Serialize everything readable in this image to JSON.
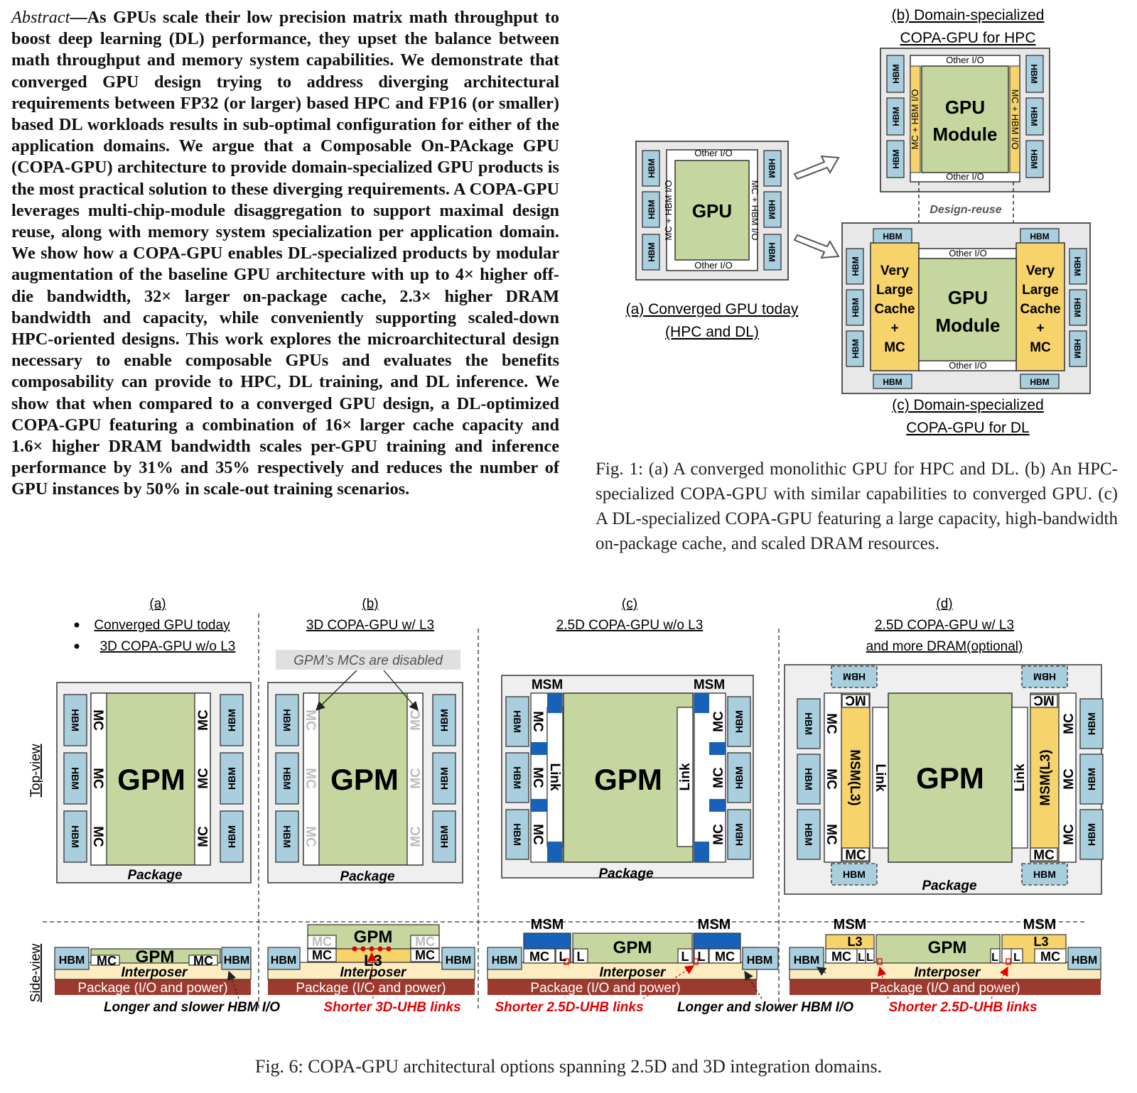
{
  "abstract": {
    "lead": "Abstract",
    "body": "—As GPUs scale their low precision matrix math throughput to boost deep learning (DL) performance, they upset the balance between math throughput and memory system capabilities. We demonstrate that converged GPU design trying to address diverging architectural requirements between FP32 (or larger) based HPC and FP16 (or smaller) based DL workloads results in sub-optimal configuration for either of the application domains. We argue that a Composable On-PAckage GPU (COPA-GPU) architecture to provide domain-specialized GPU products is the most practical solution to these diverging requirements. A COPA-GPU leverages multi-chip-module disaggregation to support maximal design reuse, along with memory system specialization per application domain. We show how a COPA-GPU enables DL-specialized products by modular augmentation of the baseline GPU architecture with up to 4× higher off-die bandwidth, 32× larger on-package cache, 2.3× higher DRAM bandwidth and capacity, while conveniently supporting scaled-down HPC-oriented designs. This work explores the microarchitectural design necessary to enable composable GPUs and evaluates the benefits composability can provide to HPC, DL training, and DL inference. We show that when compared to a converged GPU design, a DL-optimized COPA-GPU featuring a combination of 16× larger cache capacity and 1.6× higher DRAM bandwidth scales per-GPU training and inference performance by 31% and 35% respectively and reduces the number of GPU instances by 50% in scale-out training scenarios."
  },
  "fig1": {
    "caption": "Fig. 1: (a) A converged monolithic GPU for HPC and DL. (b) An HPC-specialized COPA-GPU with similar capabilities to converged GPU. (c) A DL-specialized COPA-GPU featuring a large capacity, high-bandwidth on-package cache, and scaled DRAM resources.",
    "a_title_1": "(a) Converged GPU today",
    "a_title_2": "(HPC and DL)",
    "b_title_1": "(b) Domain-specialized",
    "b_title_2": "COPA-GPU for HPC",
    "c_title_1": "(c) Domain-specialized",
    "c_title_2": "COPA-GPU for DL",
    "hbm": "HBM",
    "other_io": "Other I/O",
    "mc_hbm_io": "MC + HBM I/O",
    "gpu": "GPU",
    "gpu_module_1": "GPU",
    "gpu_module_2": "Module",
    "design_reuse": "Design-reuse",
    "cache_1": "Very",
    "cache_2": "Large",
    "cache_3": "Cache",
    "cache_4": "+",
    "cache_5": "MC"
  },
  "fig6": {
    "caption": "Fig. 6: COPA-GPU architectural options spanning 2.5D and 3D integration domains.",
    "a_label": "(a)",
    "a_bullet_1": "Converged GPU today",
    "a_bullet_2": "3D COPA-GPU w/o L3",
    "b_label": "(b)",
    "b_title": "3D COPA-GPU w/ L3",
    "c_label": "(c)",
    "c_title": "2.5D COPA-GPU w/o L3",
    "d_label": "(d)",
    "d_title_1": "2.5D COPA-GPU  w/ L3",
    "d_title_2": "and more DRAM(optional)",
    "disabled_note": "GPM’s MCs are disabled",
    "top_view": "Top-view",
    "side_view": "Side-view",
    "gpm": "GPM",
    "mc": "MC",
    "hbm": "HBM",
    "link": "Link",
    "msm": "MSM",
    "msm_l3": "MSM(L3)",
    "l3": "L3",
    "l": "L",
    "package": "Package",
    "interposer": "Interposer",
    "package_io": "Package (I/O and  power)",
    "longer_hbm": "Longer and slower HBM I/O",
    "shorter_3d": "Shorter 3D-UHB links",
    "shorter_25d": "Shorter 2.5D-UHB links",
    "colors": {
      "gpm_green": "#c5d79e",
      "hbm_blue": "#a9cfdf",
      "msm_yellow": "#f6d36b",
      "msm_blue": "#1762b8",
      "package_gray": "#efefef",
      "package_red": "#9c3a2f",
      "interposer_cream": "#fdecc0",
      "accent_red": "#e00000"
    }
  }
}
